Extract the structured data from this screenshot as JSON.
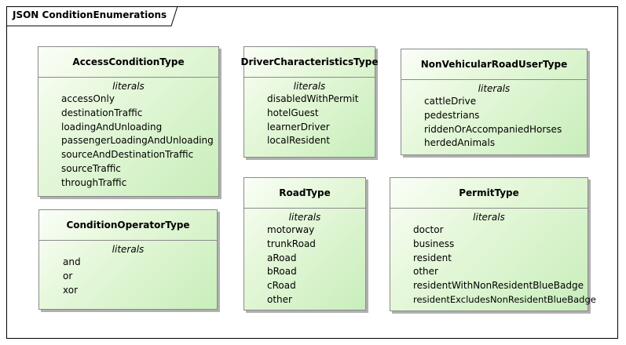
{
  "diagram": {
    "title": "JSON ConditionEnumerations"
  },
  "stereotype_label": "literals",
  "classes": {
    "access_condition_type": {
      "name": "AccessConditionType",
      "literals": [
        "accessOnly",
        "destinationTraffic",
        "loadingAndUnloading",
        "passengerLoadingAndUnloading",
        "sourceAndDestinationTraffic",
        "sourceTraffic",
        "throughTraffic"
      ]
    },
    "driver_characteristics_type": {
      "name": "DriverCharacteristicsType",
      "literals": [
        "disabledWithPermit",
        "hotelGuest",
        "learnerDriver",
        "localResident"
      ]
    },
    "non_vehicular_road_user_type": {
      "name": "NonVehicularRoadUserType",
      "literals": [
        "cattleDrive",
        "pedestrians",
        "riddenOrAccompaniedHorses",
        "herdedAnimals"
      ]
    },
    "condition_operator_type": {
      "name": "ConditionOperatorType",
      "literals": [
        "and",
        "or",
        "xor"
      ]
    },
    "road_type": {
      "name": "RoadType",
      "literals": [
        "motorway",
        "trunkRoad",
        "aRoad",
        "bRoad",
        "cRoad",
        "other"
      ]
    },
    "permit_type": {
      "name": "PermitType",
      "literals": [
        "doctor",
        "business",
        "resident",
        "other",
        "residentWithNonResidentBlueBadge",
        "residentExcludesNonResidentBlueBadge"
      ]
    }
  }
}
